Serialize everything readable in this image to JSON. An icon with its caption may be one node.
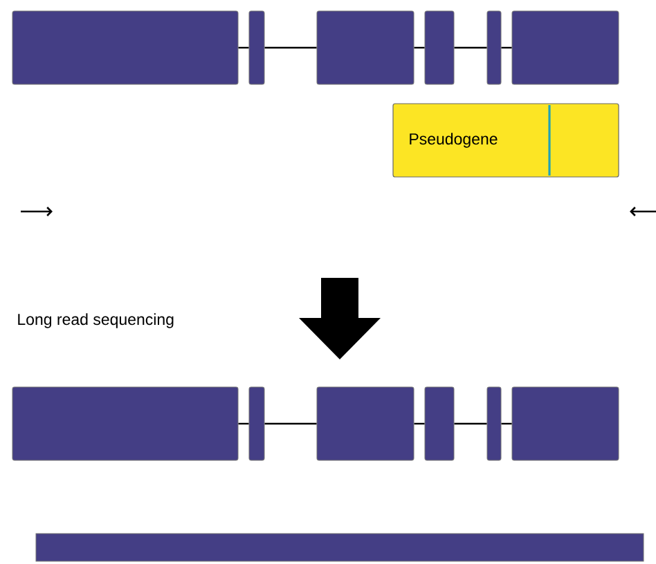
{
  "diagram": {
    "nodes": [
      {
        "text": [],
        "shape": "box"
      },
      {
        "text": [],
        "shape": "box"
      },
      {
        "text": [],
        "shape": "box"
      },
      {
        "text": [],
        "shape": "box"
      },
      {
        "text": [],
        "shape": "box"
      },
      {
        "text": [],
        "shape": "box"
      },
      {
        "text": [
          "Pseudogene"
        ]
      },
      {
        "text": [],
        "shape": "box"
      },
      {
        "text": [],
        "shape": "box"
      },
      {
        "text": [],
        "shape": "box"
      },
      {
        "text": [],
        "shape": "box"
      },
      {
        "text": [],
        "shape": "box"
      },
      {
        "text": [],
        "shape": "box"
      },
      {
        "text": [],
        "shape": "bar"
      }
    ],
    "edges": [
      {
        "from": 0,
        "to": 1,
        "arrow": "none"
      },
      {
        "from": 1,
        "to": 2,
        "arrow": "none"
      },
      {
        "from": 2,
        "to": 3,
        "arrow": "none"
      },
      {
        "from": 3,
        "to": 4,
        "arrow": "none"
      },
      {
        "from": 4,
        "to": 5,
        "arrow": "none"
      },
      {
        "from": 7,
        "to": 8,
        "arrow": "none"
      },
      {
        "from": 8,
        "to": 9,
        "arrow": "none"
      },
      {
        "from": 9,
        "to": 10,
        "arrow": "none"
      },
      {
        "from": 10,
        "to": 11,
        "arrow": "none"
      },
      {
        "from": 11,
        "to": 12,
        "arrow": "none"
      }
    ],
    "labels": [
      "Long read sequencing"
    ]
  }
}
